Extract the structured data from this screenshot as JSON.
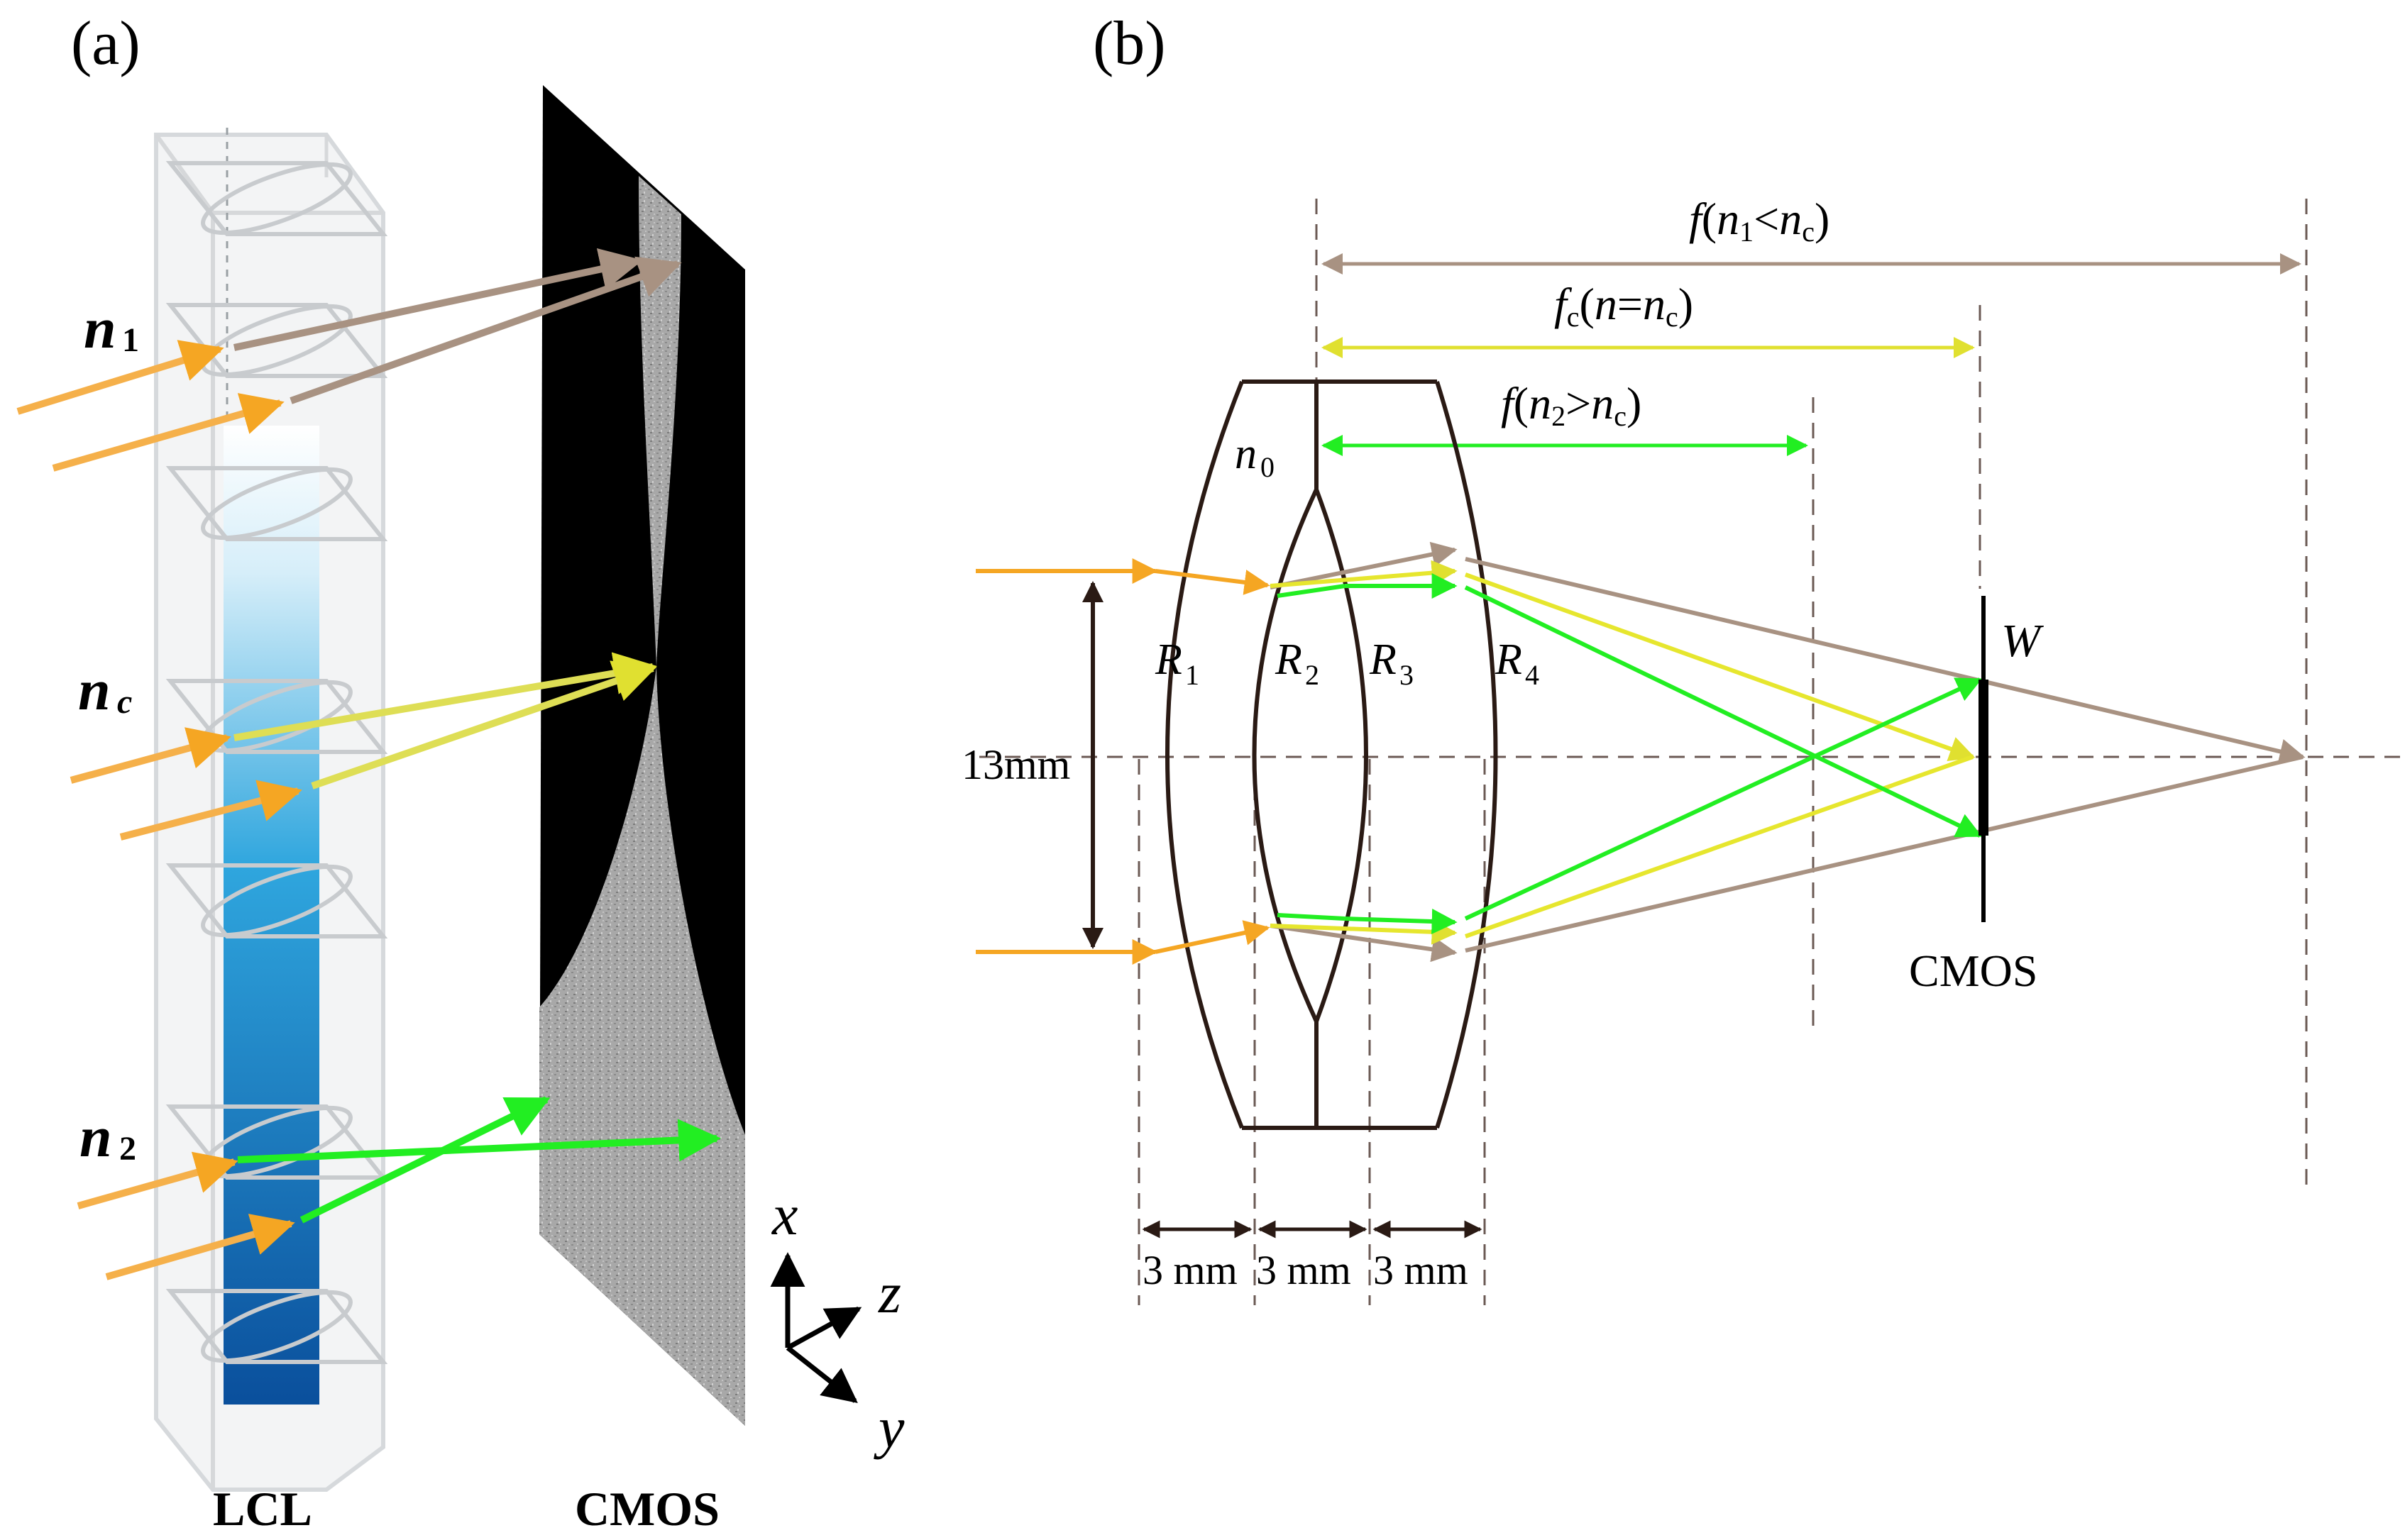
{
  "panel_a": {
    "label": "(a)",
    "n1": {
      "main": "n",
      "sub": "1"
    },
    "nc": {
      "main": "n",
      "sub": "c"
    },
    "n2": {
      "main": "n",
      "sub": "2"
    },
    "axis_x": "x",
    "axis_y": "y",
    "axis_z": "z",
    "lcl_label": "LCL",
    "cmos_label": "CMOS"
  },
  "panel_b": {
    "label": "(b)",
    "focal_long": {
      "f": "f",
      "open": "(",
      "n": "n",
      "sub1": "1",
      "op": "<",
      "n2": "n",
      "sub2": "c",
      "close": ")"
    },
    "focal_c": {
      "f": "f",
      "fsub": "c",
      "open": "(",
      "n": "n",
      "op": "=",
      "n2": "n",
      "sub2": "c",
      "close": ")"
    },
    "focal_short": {
      "f": "f",
      "open": "(",
      "n": "n",
      "sub1": "2",
      "op": ">",
      "n2": "n",
      "sub2": "c",
      "close": ")"
    },
    "n0": {
      "main": "n",
      "sub": "0"
    },
    "R1": {
      "main": "R",
      "sub": "1"
    },
    "R2": {
      "main": "R",
      "sub": "2"
    },
    "R3": {
      "main": "R",
      "sub": "3"
    },
    "R4": {
      "main": "R",
      "sub": "4"
    },
    "aperture": "13mm",
    "W": "W",
    "cmos": "CMOS",
    "gap1": "3 mm",
    "gap2": "3 mm",
    "gap3": "3 mm"
  },
  "colors": {
    "orange": "#f5a623",
    "brown": "#a89282",
    "yellow": "#e6e62e",
    "green": "#22ee22",
    "lens": "#2a1a14",
    "dashed": "#6b5a54",
    "cell_blue_top": "#e8f4fb",
    "cell_blue_mid": "#3aa6e0",
    "cell_blue_bot": "#0c5aa8"
  }
}
